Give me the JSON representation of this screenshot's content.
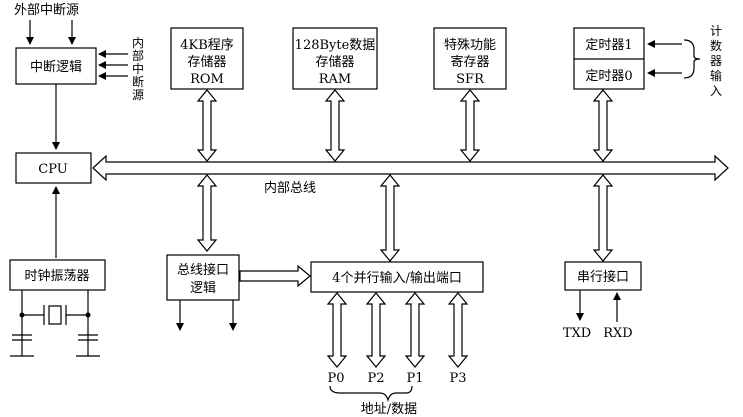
{
  "labels": {
    "external_interrupt_source": "外部中断源",
    "internal_interrupt_source": [
      "内",
      "部",
      "中",
      "断",
      "源"
    ],
    "interrupt_logic": "中断逻辑",
    "cpu": "CPU",
    "clock_oscillator": "时钟振荡器",
    "rom": [
      "4KB程序",
      "存储器",
      "ROM"
    ],
    "ram": [
      "128Byte数据",
      "存储器",
      "RAM"
    ],
    "sfr": [
      "特殊功能",
      "寄存器",
      "SFR"
    ],
    "timer1": "定时器1",
    "timer0": "定时器0",
    "counter_input": [
      "计",
      "数",
      "器",
      "输",
      "入"
    ],
    "internal_bus": "内部总线",
    "bus_interface": [
      "总线接口",
      "逻辑"
    ],
    "parallel_ports": "4个并行输入/输出端口",
    "serial_interface": "串行接口",
    "txd": "TXD",
    "rxd": "RXD",
    "ports": [
      "P0",
      "P2",
      "P1",
      "P3"
    ],
    "address_data": "地址/数据"
  }
}
